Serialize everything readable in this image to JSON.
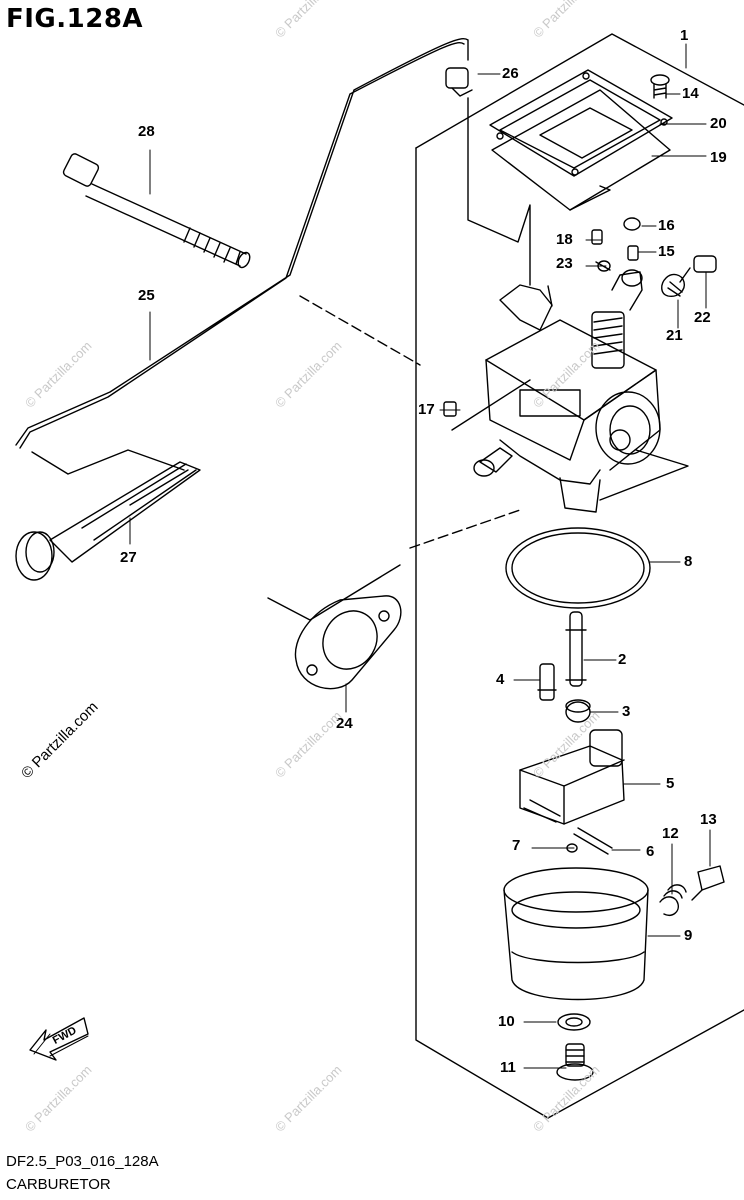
{
  "figure": {
    "title": "FIG.128A",
    "code": "DF2.5_P03_016_128A",
    "name": "CARBURETOR",
    "fwd_label": "FWD"
  },
  "watermark": {
    "text": "© Partzilla.com"
  },
  "callouts": [
    {
      "id": "1",
      "label": "1"
    },
    {
      "id": "2",
      "label": "2"
    },
    {
      "id": "3",
      "label": "3"
    },
    {
      "id": "4",
      "label": "4"
    },
    {
      "id": "5",
      "label": "5"
    },
    {
      "id": "6",
      "label": "6"
    },
    {
      "id": "7",
      "label": "7"
    },
    {
      "id": "8",
      "label": "8"
    },
    {
      "id": "9",
      "label": "9"
    },
    {
      "id": "10",
      "label": "10"
    },
    {
      "id": "11",
      "label": "11"
    },
    {
      "id": "12",
      "label": "12"
    },
    {
      "id": "13",
      "label": "13"
    },
    {
      "id": "14",
      "label": "14"
    },
    {
      "id": "15",
      "label": "15"
    },
    {
      "id": "16",
      "label": "16"
    },
    {
      "id": "17",
      "label": "17"
    },
    {
      "id": "18",
      "label": "18"
    },
    {
      "id": "19",
      "label": "19"
    },
    {
      "id": "20",
      "label": "20"
    },
    {
      "id": "21",
      "label": "21"
    },
    {
      "id": "22",
      "label": "22"
    },
    {
      "id": "23",
      "label": "23"
    },
    {
      "id": "24",
      "label": "24"
    },
    {
      "id": "25",
      "label": "25"
    },
    {
      "id": "26",
      "label": "26"
    },
    {
      "id": "27",
      "label": "27"
    },
    {
      "id": "28",
      "label": "28"
    }
  ]
}
